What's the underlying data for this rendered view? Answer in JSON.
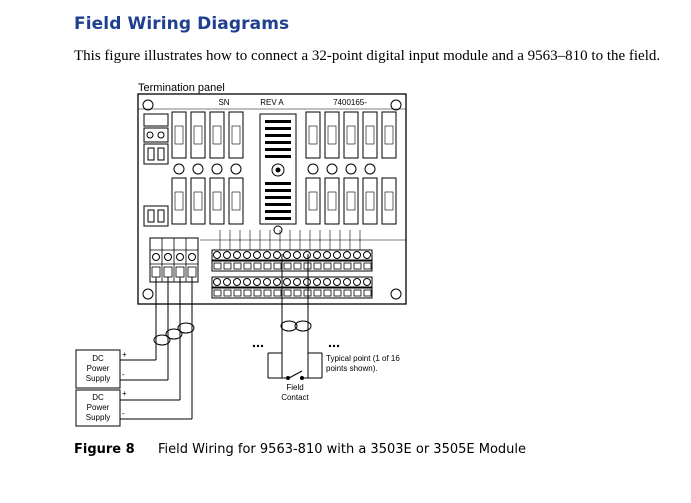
{
  "section": {
    "title": "Field Wiring Diagrams",
    "intro": "This figure illustrates how to connect a 32-point digital input module and a 9563–810 to the field."
  },
  "diagram": {
    "panel_label": "Termination panel",
    "board_part_no": "7400165-",
    "board_rev": "REV A",
    "board_sn": "SN",
    "ps_label_1": "DC",
    "ps_label_2": "Power",
    "ps_label_3": "Supply",
    "plus": "+",
    "minus": "-",
    "typical_1": "Typical point (1 of 16",
    "typical_2": "points shown).",
    "field_1": "Field",
    "field_2": "Contact"
  },
  "figure": {
    "number": "Figure 8",
    "caption": "Field Wiring for 9563-810 with a 3503E or 3505E Module"
  }
}
